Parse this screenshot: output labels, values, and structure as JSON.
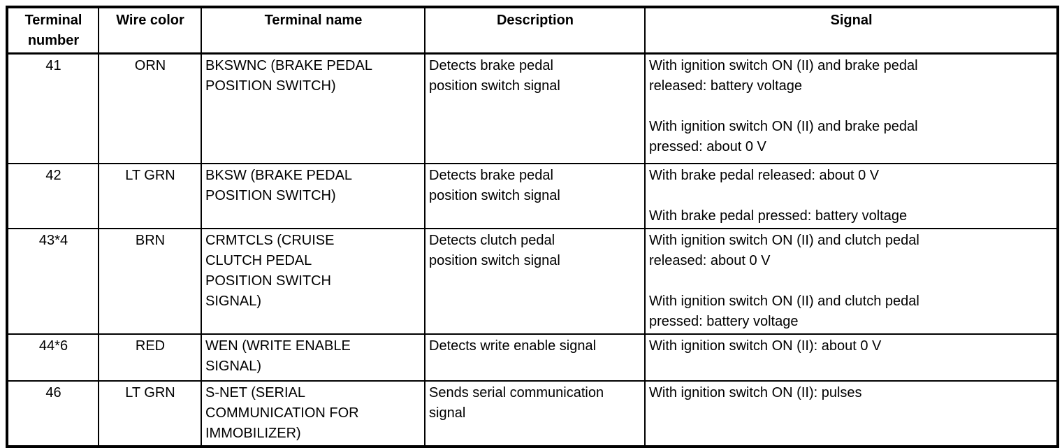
{
  "colors": {
    "border": "#000000",
    "text": "#000000",
    "background": "#ffffff"
  },
  "table": {
    "headers": [
      "Terminal number",
      "Wire color",
      "Terminal name",
      "Description",
      "Signal"
    ],
    "rows": [
      {
        "terminal_number": "41",
        "wire_color": "ORN",
        "terminal_name": "BKSWNC (BRAKE PEDAL\nPOSITION SWITCH)",
        "description": "Detects brake pedal\nposition switch signal",
        "signal_paragraphs": [
          "With ignition switch ON (II) and brake pedal\nreleased: battery voltage",
          "With ignition switch ON (II) and brake pedal\npressed: about 0 V"
        ]
      },
      {
        "terminal_number": "42",
        "wire_color": "LT GRN",
        "terminal_name": "BKSW (BRAKE PEDAL\nPOSITION SWITCH)",
        "description": "Detects brake pedal\nposition switch signal",
        "signal_paragraphs": [
          "With brake pedal released: about 0 V",
          "With brake pedal pressed: battery voltage"
        ]
      },
      {
        "terminal_number": "43*4",
        "wire_color": "BRN",
        "terminal_name": "CRMTCLS (CRUISE\nCLUTCH PEDAL\nPOSITION SWITCH\nSIGNAL)",
        "description": "Detects clutch pedal\nposition switch signal",
        "signal_paragraphs": [
          "With ignition switch ON (II) and clutch pedal\nreleased: about 0 V",
          "With ignition switch ON (II) and clutch pedal\npressed: battery voltage"
        ]
      },
      {
        "terminal_number": "44*6",
        "wire_color": "RED",
        "terminal_name": "WEN (WRITE ENABLE\nSIGNAL)",
        "description": "Detects write enable signal",
        "signal_paragraphs": [
          "With ignition switch ON (II): about 0 V"
        ]
      },
      {
        "terminal_number": "46",
        "wire_color": "LT GRN",
        "terminal_name": "S-NET (SERIAL\nCOMMUNICATION FOR\nIMMOBILIZER)",
        "description": "Sends serial communication\nsignal",
        "signal_paragraphs": [
          "With ignition switch ON (II): pulses"
        ]
      }
    ]
  }
}
